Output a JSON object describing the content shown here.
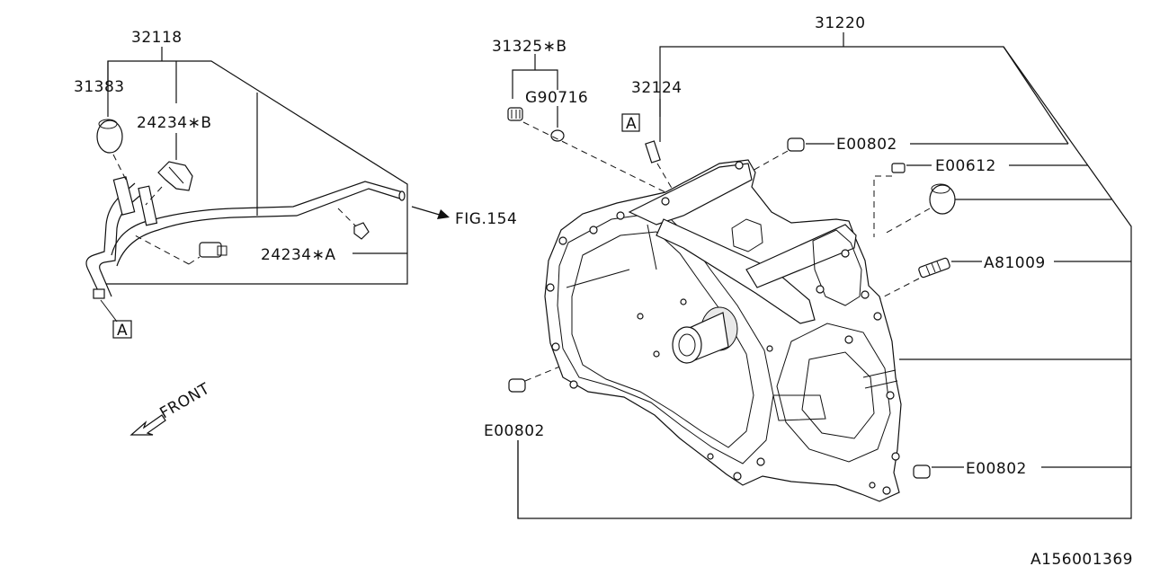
{
  "diagram": {
    "part_labels": {
      "p32118": "32118",
      "p31383": "31383",
      "p24234b": "24234∗B",
      "p24234a": "24234∗A",
      "fig154": "FIG.154",
      "p31325b": "31325∗B",
      "g90716": "G90716",
      "p32124": "32124",
      "p31220": "31220",
      "e00802_top": "E00802",
      "e00612": "E00612",
      "a81009": "A81009",
      "e00802_left": "E00802",
      "e00802_right": "E00802"
    },
    "ref_markers": {
      "left": "A",
      "top": "A"
    },
    "front_label": "FRONT",
    "figure_id": "A156001369"
  }
}
